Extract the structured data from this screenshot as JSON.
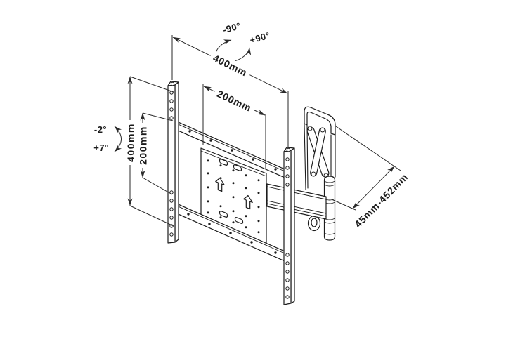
{
  "page": {
    "background": "#ffffff",
    "ink": "#1c1c1c"
  },
  "diagram": {
    "subject": "articulating-tv-wall-mount-dimension-diagram",
    "labels": {
      "swivel_left": "-90°",
      "swivel_right": "+90°",
      "top_width": "400mm",
      "vesa_width": "200mm",
      "left_height": "400mm",
      "vesa_height": "200mm",
      "tilt_upper": "-2°",
      "tilt_lower": "+7°",
      "arm_extension": "45mm-452mm"
    }
  }
}
